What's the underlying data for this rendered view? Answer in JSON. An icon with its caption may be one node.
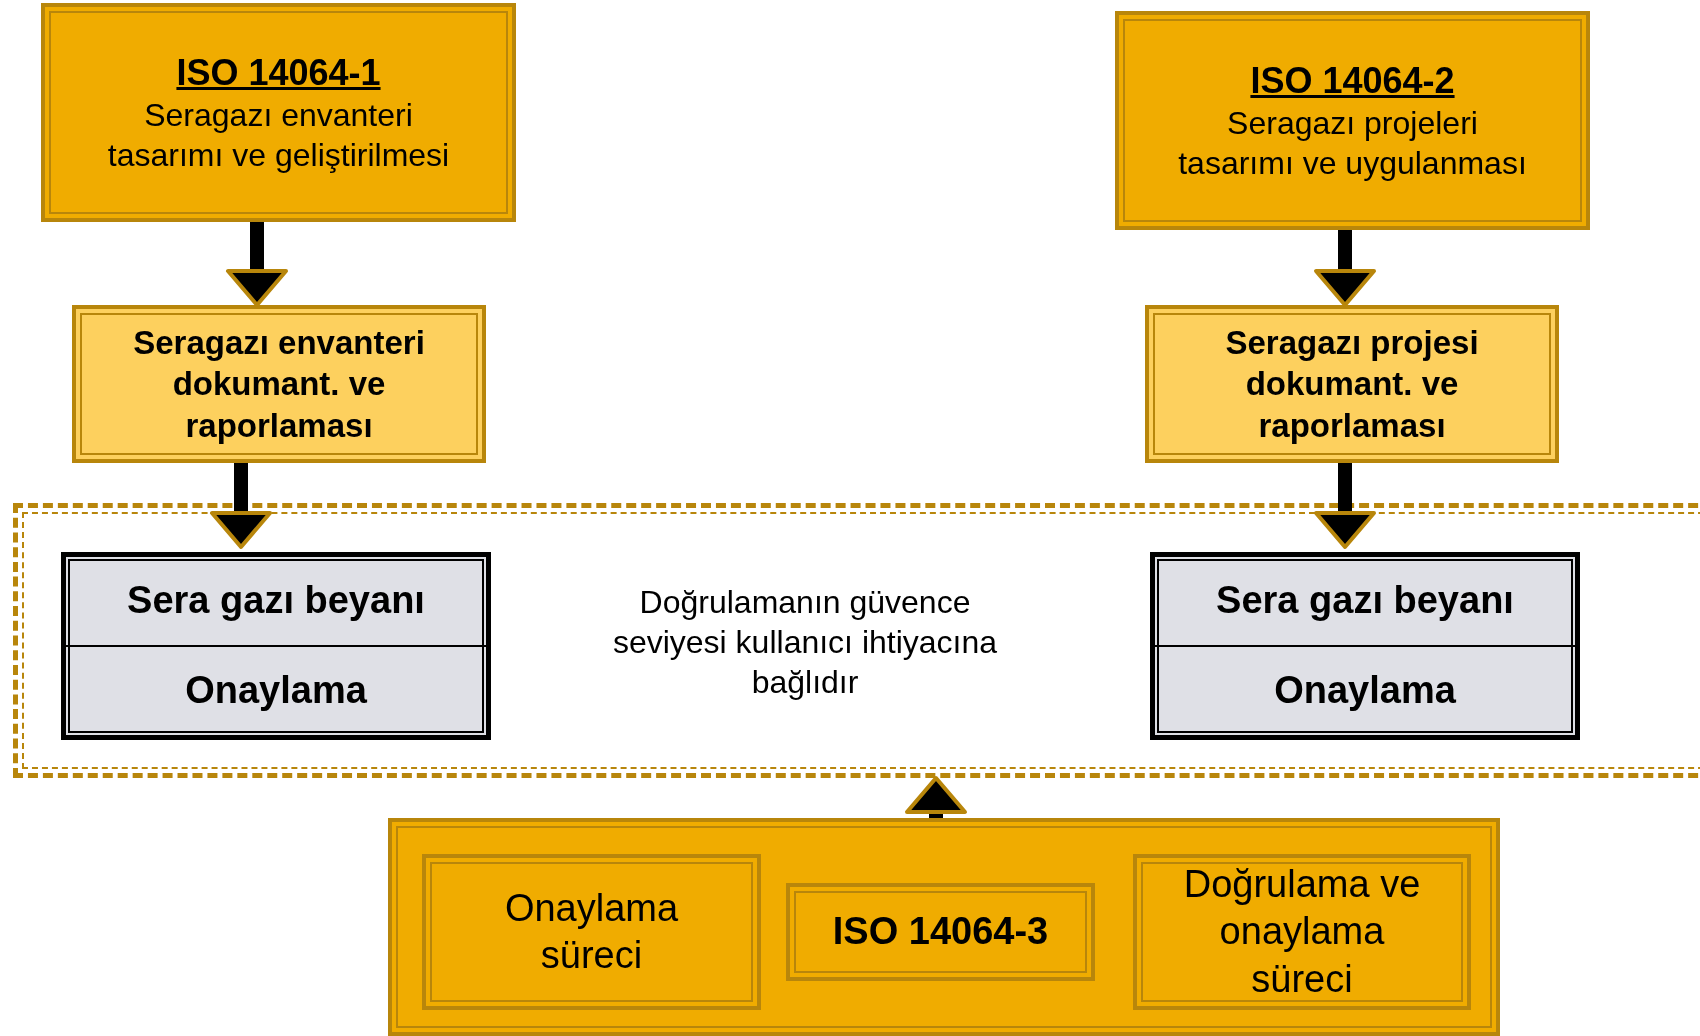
{
  "diagram": {
    "nodes": [
      {
        "text": [
          "ISO 14064-1",
          "Seragazı envanteri tasarımı ve geliştirilmesi"
        ]
      },
      {
        "text": [
          "ISO 14064-2",
          "Seragazı projeleri tasarımı ve uygulanması"
        ]
      },
      {
        "text": [
          "Seragazı envanteri dokumant. ve raporlaması"
        ]
      },
      {
        "text": [
          "Seragazı projesi dokumant. ve raporlaması"
        ]
      },
      {
        "text": [
          "Doğrulamanın güvence seviyesi kullanıcı ihtiyacına bağlıdır"
        ]
      },
      {
        "text": [
          "Sera gazı beyanı",
          "Onaylama"
        ],
        "in": 4
      },
      {
        "text": [
          "Sera gazı beyanı",
          "Onaylama"
        ],
        "in": 4
      },
      {
        "text": [],
        "shape": "box"
      },
      {
        "text": [
          "Onaylama süreci"
        ],
        "in": 7
      },
      {
        "text": [
          "ISO 14064-3"
        ],
        "in": 7
      },
      {
        "text": [
          "Doğrulama ve onaylama süreci"
        ],
        "in": 7
      }
    ],
    "edges": [
      {
        "from": 0,
        "to": 2,
        "arrow": "to"
      },
      {
        "from": 1,
        "to": 3,
        "arrow": "to"
      },
      {
        "from": 2,
        "to": 5,
        "arrow": "to"
      },
      {
        "from": 3,
        "to": 6,
        "arrow": "to"
      },
      {
        "from": 7,
        "to": 4,
        "arrow": "to"
      }
    ]
  }
}
